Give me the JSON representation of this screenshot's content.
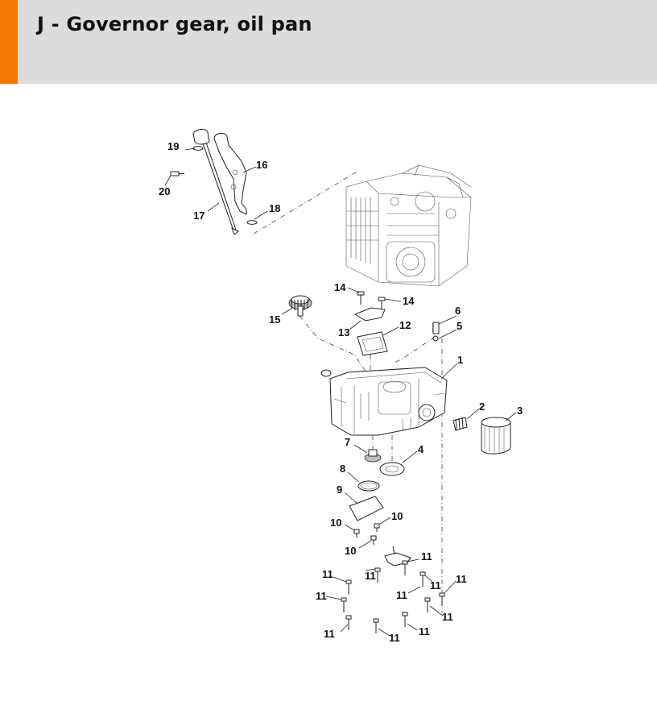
{
  "page": {
    "title": "J - Governor gear, oil pan",
    "accent_color": "#f27b05",
    "header_bg": "#dcdcdc"
  },
  "callouts": {
    "c1": "1",
    "c2": "2",
    "c3": "3",
    "c4": "4",
    "c5": "5",
    "c6": "6",
    "c7": "7",
    "c8": "8",
    "c9": "9",
    "c10": "10",
    "c11": "11",
    "c12": "12",
    "c13": "13",
    "c14": "14",
    "c15": "15",
    "c16": "16",
    "c17": "17",
    "c18": "18",
    "c19": "19",
    "c20": "20"
  }
}
